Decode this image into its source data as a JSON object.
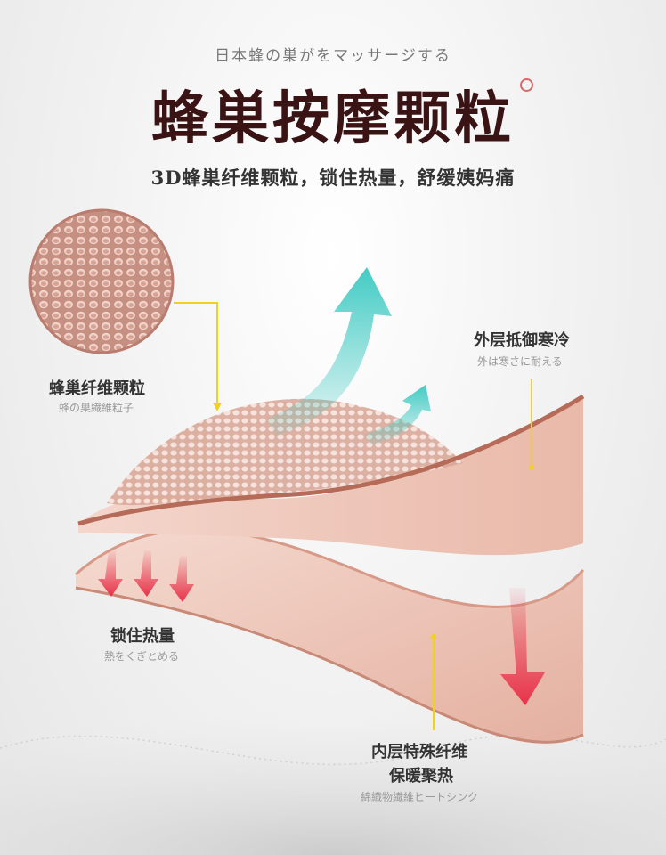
{
  "header": {
    "japanese_tagline": "日本蜂の巣がをマッサージする",
    "title": "蜂巣按摩颗粒",
    "subtitle": "3D蜂巣纤维颗粒，锁住热量，舒缓姨妈痛"
  },
  "callouts": {
    "honeycomb": {
      "label": "蜂巢纤维颗粒",
      "sub": "蜂の巣繊維粒子"
    },
    "outer": {
      "label": "外层抵御寒冷",
      "sub": "外は寒さに耐える"
    },
    "lock": {
      "label": "锁住热量",
      "sub": "熱をくぎとめる"
    },
    "inner": {
      "label1": "内层特殊纤维",
      "label2": "保暖聚热",
      "sub": "綿織物繊維ヒートシンク"
    }
  },
  "colors": {
    "title": "#3a1414",
    "fabric_pink": "#eab9ab",
    "fabric_edge": "#c27a66",
    "arrow_teal": "#43cbc4",
    "arrow_red": "#e8324a",
    "leader_yellow": "#f0d020"
  }
}
